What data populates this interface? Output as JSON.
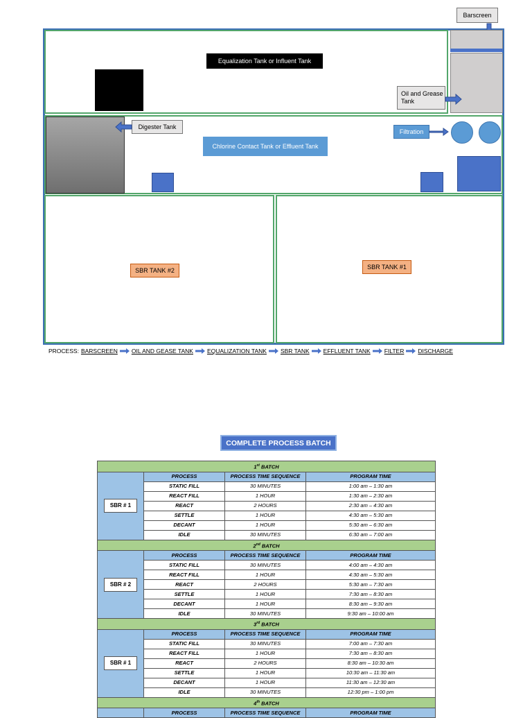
{
  "diagram": {
    "barscreen": "Barscreen",
    "equalization_tank": "Equalization Tank or Influent Tank",
    "oil_grease_tank": "Oil and Grease Tank",
    "digester_tank": "Digester Tank",
    "chlorine_tank": "Chlorine Contact Tank or Effluent Tank",
    "filtration": "Filtration",
    "sbr_tank_2": "SBR TANK #2",
    "sbr_tank_1": "SBR TANK #1"
  },
  "process": {
    "prefix": "PROCESS:",
    "steps": [
      "BARSCREEN",
      "OIL AND GEASE TANK",
      "EQUALIZATION TANK",
      "SBR TANK",
      "EFFLUENT TANK",
      "FILTER",
      "DISCHARGE"
    ]
  },
  "table": {
    "title": "COMPLETE PROCESS BATCH",
    "headers": [
      "PROCESS",
      "PROCESS TIME SEQUENCE",
      "PROGRAM TIME"
    ],
    "batches": [
      {
        "num": "1",
        "sup": "st",
        "word": " BATCH",
        "sbr": "SBR # 1",
        "rows": [
          [
            "STATIC FILL",
            "30 MINUTES",
            "1:00 am – 1:30 am"
          ],
          [
            "REACT FILL",
            "1 HOUR",
            "1:30 am – 2:30 am"
          ],
          [
            "REACT",
            "2 HOURS",
            "2:30 am – 4:30 am"
          ],
          [
            "SETTLE",
            "1 HOUR",
            "4:30 am – 5:30 am"
          ],
          [
            "DECANT",
            "1 HOUR",
            "5:30 am – 6:30 am"
          ],
          [
            "IDLE",
            "30 MINUTES",
            "6:30 am – 7:00 am"
          ]
        ]
      },
      {
        "num": "2",
        "sup": "nd",
        "word": " BATCH",
        "sbr": "SBR # 2",
        "rows": [
          [
            "STATIC FILL",
            "30 MINUTES",
            "4:00 am – 4:30 am"
          ],
          [
            "REACT FILL",
            "1 HOUR",
            "4:30 am – 5:30 am"
          ],
          [
            "REACT",
            "2 HOURS",
            "5:30 am – 7:30 am"
          ],
          [
            "SETTLE",
            "1 HOUR",
            "7:30 am – 8:30 am"
          ],
          [
            "DECANT",
            "1 HOUR",
            "8:30 am – 9:30 am"
          ],
          [
            "IDLE",
            "30 MINUTES",
            "9:30 am – 10:00 am"
          ]
        ]
      },
      {
        "num": "3",
        "sup": "rd",
        "word": " BATCH",
        "sbr": "SBR # 1",
        "rows": [
          [
            "STATIC FILL",
            "30 MINUTES",
            "7:00 am – 7:30 am"
          ],
          [
            "REACT FILL",
            "1 HOUR",
            "7:30 am – 8:30 am"
          ],
          [
            "REACT",
            "2 HOURS",
            "8:30 am – 10:30 am"
          ],
          [
            "SETTLE",
            "1 HOUR",
            "10:30 am – 11:30 am"
          ],
          [
            "DECANT",
            "1 HOUR",
            "11:30 am – 12:30 am"
          ],
          [
            "IDLE",
            "30 MINUTES",
            "12:30 pm – 1:00 pm"
          ]
        ]
      },
      {
        "num": "4",
        "sup": "th",
        "word": " BATCH",
        "sbr": "",
        "rows": []
      }
    ]
  }
}
